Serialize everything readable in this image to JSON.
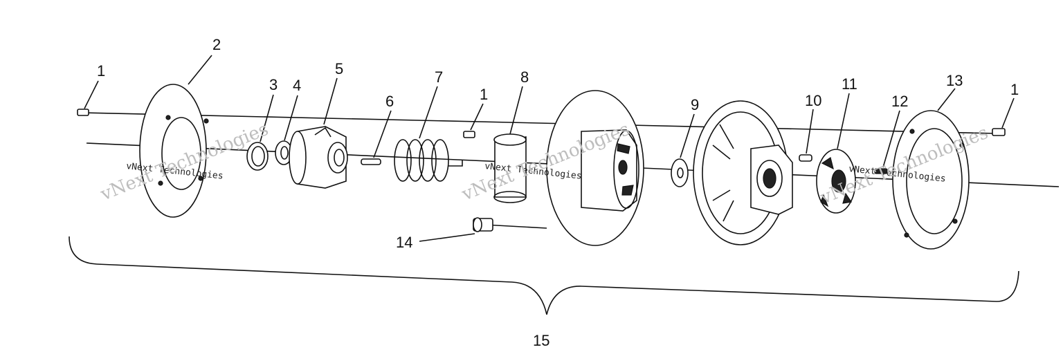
{
  "diagram": {
    "callouts": [
      "1",
      "2",
      "3",
      "4",
      "5",
      "6",
      "7",
      "1",
      "8",
      "9",
      "10",
      "11",
      "12",
      "13",
      "1",
      "14",
      "15"
    ],
    "watermarks": [
      "vNext Technologies",
      "vNext Technologies",
      "vNext Technologies",
      "vNext Technologies",
      "vNext Technologies",
      "vNext Technologies"
    ],
    "colors": {
      "line": "#111111",
      "watermark": "#bdbdbd",
      "background": "#ffffff"
    }
  }
}
